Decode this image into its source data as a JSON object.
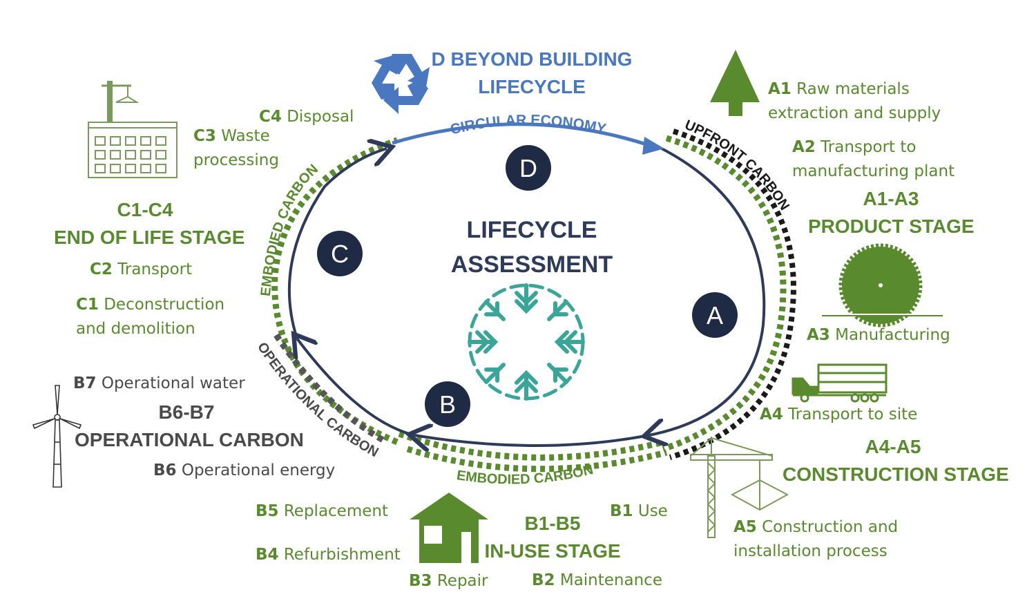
{
  "center": {
    "title_line1": "LIFECYCLE",
    "title_line2": "ASSESSMENT"
  },
  "beyond": {
    "title_line1": "D BEYOND BUILDING",
    "title_line2": "LIFECYCLE"
  },
  "arc_labels": {
    "circular": "CIRCULAR ECONOMY",
    "upfront": "UPFRONT CARBON",
    "embodied_left": "EMBODIED CARBON",
    "embodied_bottom": "EMBODIED CARBON",
    "operational": "OPERATIONAL CARBON"
  },
  "stage_letters": {
    "a": "A",
    "b": "B",
    "c": "C",
    "d": "D"
  },
  "product": {
    "range": "A1-A3",
    "title": "PRODUCT STAGE",
    "a1_code": "A1",
    "a1_text_1": " Raw materials",
    "a1_text_2": "extraction and supply",
    "a2_code": "A2",
    "a2_text_1": " Transport to",
    "a2_text_2": "manufacturing plant",
    "a3_code": "A3",
    "a3_text": " Manufacturing"
  },
  "construction": {
    "range": "A4-A5",
    "title": "CONSTRUCTION STAGE",
    "a4_code": "A4",
    "a4_text": " Transport to site",
    "a5_code": "A5",
    "a5_text_1": " Construction and",
    "a5_text_2": "installation process"
  },
  "in_use": {
    "range": "B1-B5",
    "title": "IN-USE STAGE",
    "b1_code": "B1",
    "b1_text": " Use",
    "b2_code": "B2",
    "b2_text": " Maintenance",
    "b3_code": "B3",
    "b3_text": " Repair",
    "b4_code": "B4",
    "b4_text": " Refurbishment",
    "b5_code": "B5",
    "b5_text": " Replacement"
  },
  "operational": {
    "range": "B6-B7",
    "title": "OPERATIONAL CARBON",
    "b6_code": "B6",
    "b6_text": " Operational energy",
    "b7_code": "B7",
    "b7_text": " Operational water"
  },
  "end_of_life": {
    "range": "C1-C4",
    "title": "END OF LIFE STAGE",
    "c1_code": "C1",
    "c1_text_1": " Deconstruction",
    "c1_text_2": "and demolition",
    "c2_code": "C2",
    "c2_text": " Transport",
    "c3_code": "C3",
    "c3_text_1": " Waste",
    "c3_text_2": "processing",
    "c4_code": "C4",
    "c4_text": " Disposal"
  },
  "colors": {
    "green": "#5a8a2e",
    "navy": "#2d3a5a",
    "blue": "#4a78c0",
    "teal": "#3aa69a",
    "gray": "#4a4a4a"
  },
  "icons": [
    "recycle-icon",
    "tree-icon",
    "saw-blade-icon",
    "truck-icon",
    "crane-icon",
    "house-icon",
    "wind-turbine-icon",
    "building-crane-icon",
    "snowflake-logo-icon"
  ]
}
